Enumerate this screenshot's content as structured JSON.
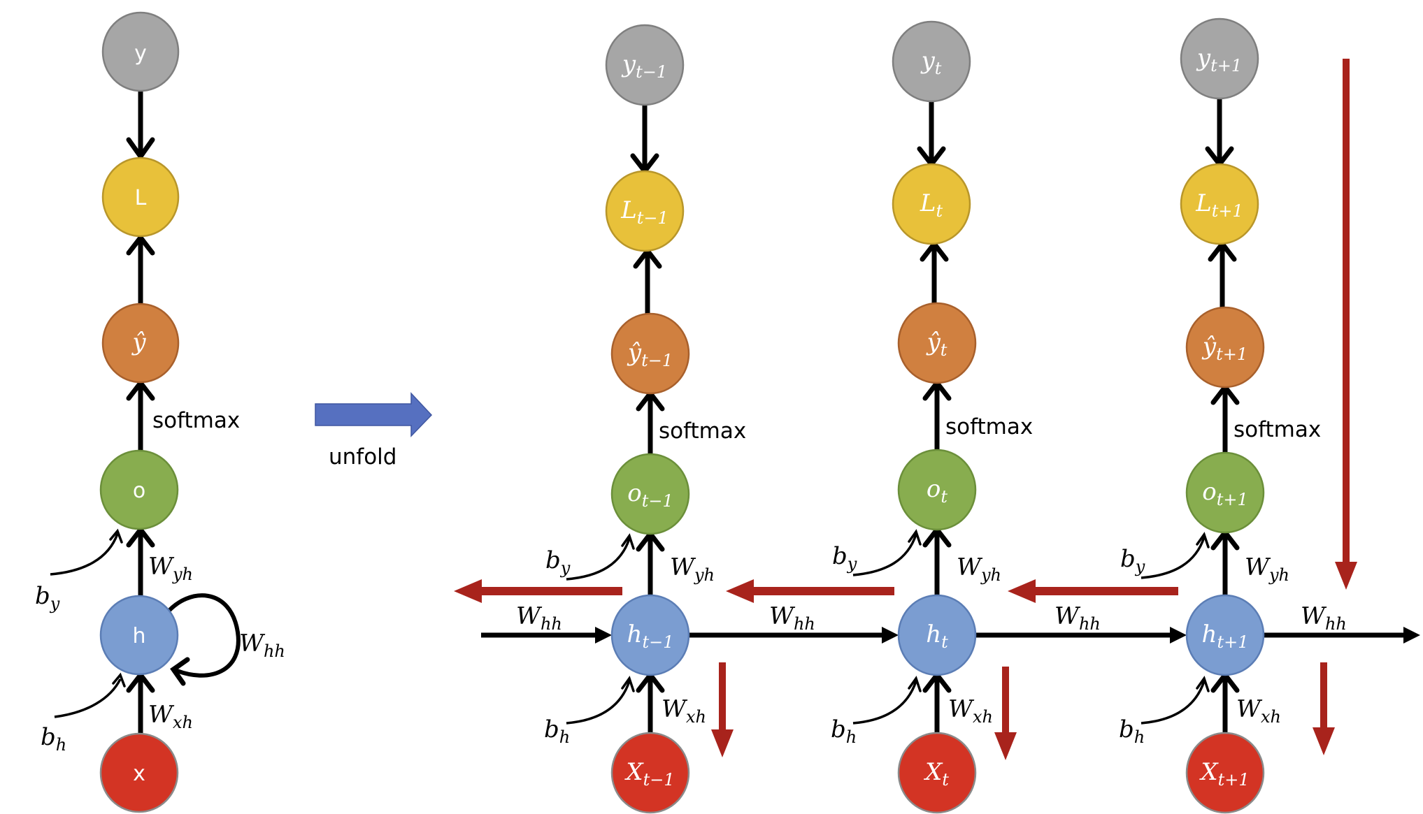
{
  "colors": {
    "target": "#a6a6a6",
    "target_stroke": "#7f7f7f",
    "loss": "#e8c13a",
    "loss_stroke": "#b8962a",
    "prediction": "#d08040",
    "prediction_stroke": "#a8602c",
    "output": "#88ad4f",
    "output_stroke": "#6b8f3a",
    "hidden": "#7b9dd1",
    "hidden_stroke": "#5b7db5",
    "input": "#d33424",
    "input_stroke": "#8a8a8a",
    "unfold_arrow": "#5670c0",
    "backprop_arrow": "#a8231c"
  },
  "folded": {
    "nodes": {
      "y": "y",
      "L": "L",
      "y_hat": "ŷ",
      "o": "o",
      "h": "h",
      "x": "x"
    },
    "labels": {
      "softmax": "softmax",
      "W_yh": {
        "base": "W",
        "sub": "yh"
      },
      "W_hh": {
        "base": "W",
        "sub": "hh"
      },
      "W_xh": {
        "base": "W",
        "sub": "xh"
      },
      "b_y": {
        "base": "b",
        "sub": "y"
      },
      "b_h": {
        "base": "b",
        "sub": "h"
      }
    }
  },
  "unfold_label": "unfold",
  "unfolded": {
    "steps": [
      {
        "suffix": "t−1",
        "y": {
          "base": "y",
          "sub": "t−1"
        },
        "L": {
          "base": "L",
          "sub": "t−1"
        },
        "y_hat": {
          "base": "ŷ",
          "sub": "t−1"
        },
        "o": {
          "base": "o",
          "sub": "t−1"
        },
        "h": {
          "base": "h",
          "sub": "t−1"
        },
        "X": {
          "base": "X",
          "sub": "t−1"
        }
      },
      {
        "suffix": "t",
        "y": {
          "base": "y",
          "sub": "t"
        },
        "L": {
          "base": "L",
          "sub": "t"
        },
        "y_hat": {
          "base": "ŷ",
          "sub": "t"
        },
        "o": {
          "base": "o",
          "sub": "t"
        },
        "h": {
          "base": "h",
          "sub": "t"
        },
        "X": {
          "base": "X",
          "sub": "t"
        }
      },
      {
        "suffix": "t+1",
        "y": {
          "base": "y",
          "sub": "t+1"
        },
        "L": {
          "base": "L",
          "sub": "t+1"
        },
        "y_hat": {
          "base": "ŷ",
          "sub": "t+1"
        },
        "o": {
          "base": "o",
          "sub": "t+1"
        },
        "h": {
          "base": "h",
          "sub": "t+1"
        },
        "X": {
          "base": "X",
          "sub": "t+1"
        }
      }
    ],
    "labels": {
      "softmax": "softmax",
      "W_yh": {
        "base": "W",
        "sub": "yh"
      },
      "W_hh": {
        "base": "W",
        "sub": "hh"
      },
      "W_xh": {
        "base": "W",
        "sub": "xh"
      },
      "b_y": {
        "base": "b",
        "sub": "y"
      },
      "b_h": {
        "base": "b",
        "sub": "h"
      }
    }
  }
}
